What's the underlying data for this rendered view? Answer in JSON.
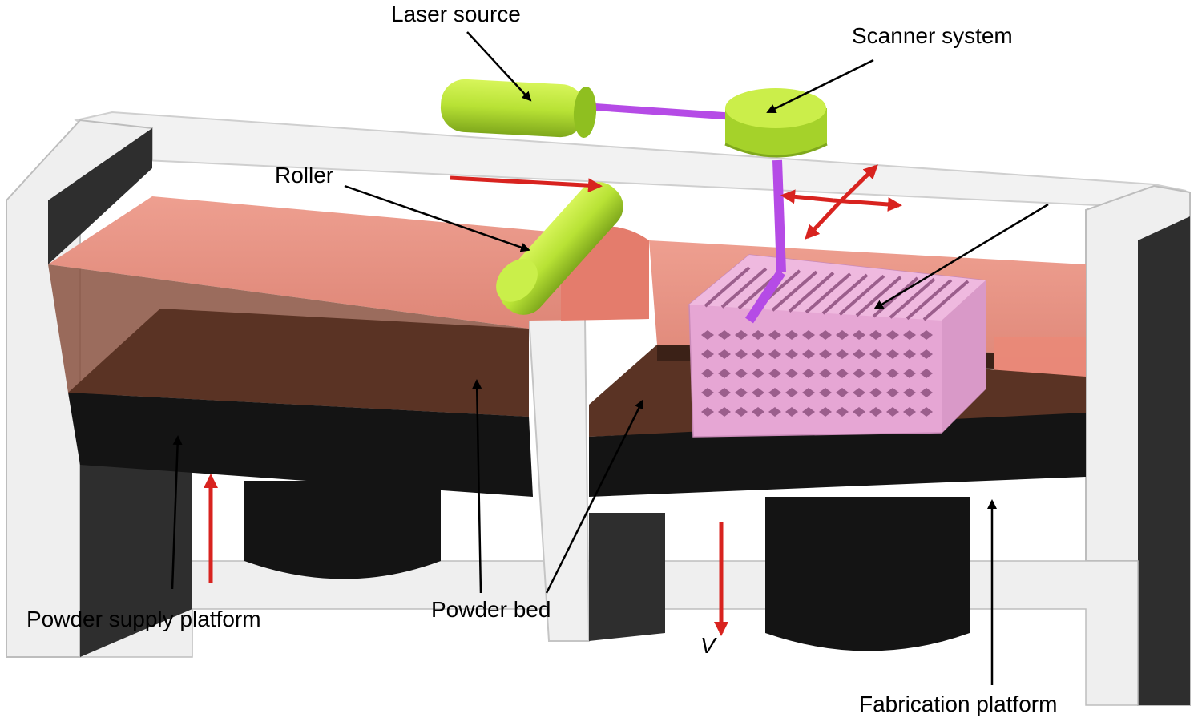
{
  "labels": {
    "laser_source": "Laser source",
    "scanner_system": "Scanner system",
    "roller": "Roller",
    "powder_supply_platform": "Powder supply platform",
    "powder_bed": "Powder bed",
    "velocity": "V",
    "fabrication_platform": "Fabrication platform"
  },
  "colors": {
    "frame": "#eeeeee",
    "frame_shadow": "#2d2d2d",
    "powder": "#e7988c",
    "powder_dark": "#5a3324",
    "piston": "#141414",
    "component": "#b8e235",
    "laser": "#b54be6",
    "part": "#e6a6d4",
    "motion_arrow": "#d8231f"
  }
}
